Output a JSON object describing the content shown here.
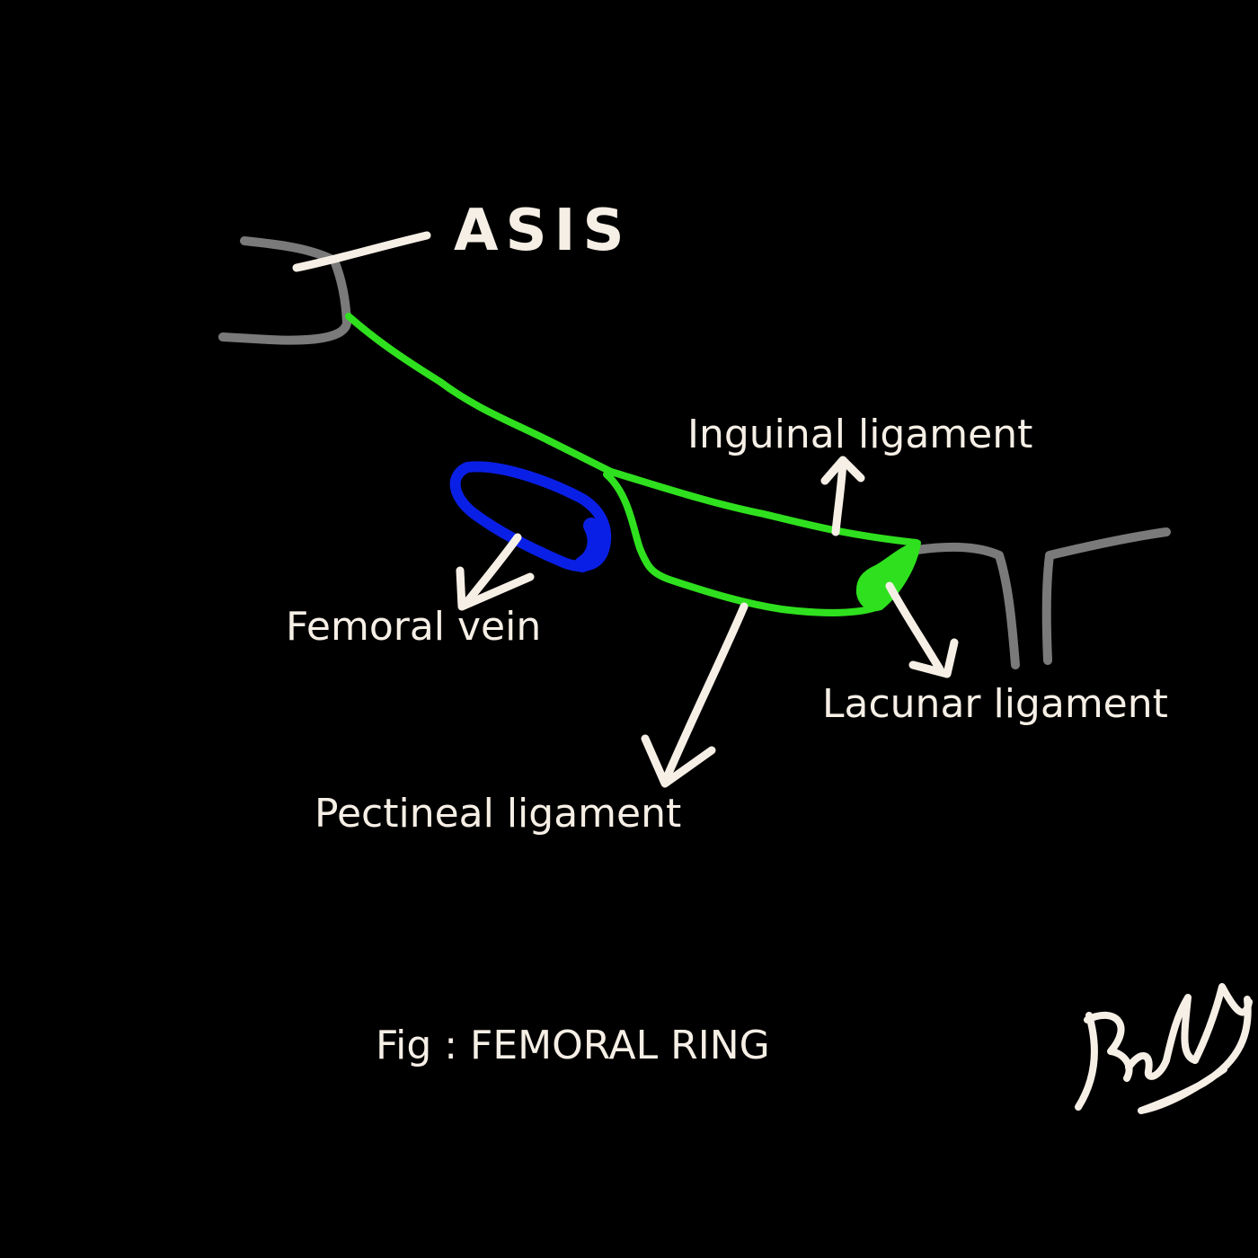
{
  "diagram": {
    "labels": {
      "asis": "ASIS",
      "inguinal_ligament": "Inguinal ligament",
      "femoral_vein": "Femoral vein",
      "lacunar_ligament": "Lacunar ligament",
      "pectineal_ligament": "Pectineal ligament"
    },
    "caption": "Fig : FEMORAL RING",
    "signature": "Rakesh"
  },
  "colors": {
    "background": "#000000",
    "bone": "#7a7a7a",
    "ligament": "#2fe01e",
    "vein": "#0a1fe6",
    "annotation": "#f6efe6"
  }
}
